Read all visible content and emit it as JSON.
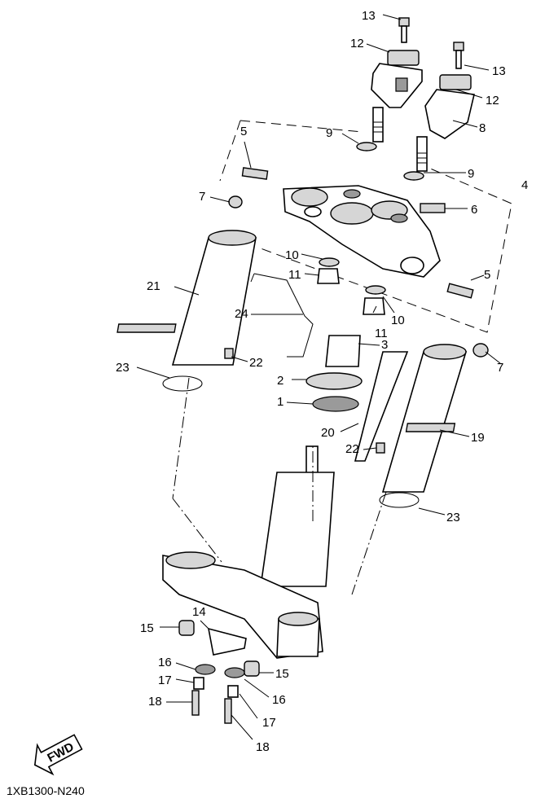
{
  "diagram": {
    "code": "1XB1300-N240",
    "fwd_label": "FWD",
    "labels": {
      "p1": "1",
      "p2": "2",
      "p3": "3",
      "p4": "4",
      "p5a": "5",
      "p5b": "5",
      "p6": "6",
      "p7a": "7",
      "p7b": "7",
      "p8": "8",
      "p9a": "9",
      "p9b": "9",
      "p10a": "10",
      "p10b": "10",
      "p11a": "11",
      "p11b": "11",
      "p12a": "12",
      "p12b": "12",
      "p13a": "13",
      "p13b": "13",
      "p14": "14",
      "p15a": "15",
      "p15b": "15",
      "p16a": "16",
      "p16b": "16",
      "p17a": "17",
      "p17b": "17",
      "p18a": "18",
      "p18b": "18",
      "p19": "19",
      "p20": "20",
      "p21": "21",
      "p22a": "22",
      "p22b": "22",
      "p23a": "23",
      "p23b": "23",
      "p24": "24"
    }
  }
}
